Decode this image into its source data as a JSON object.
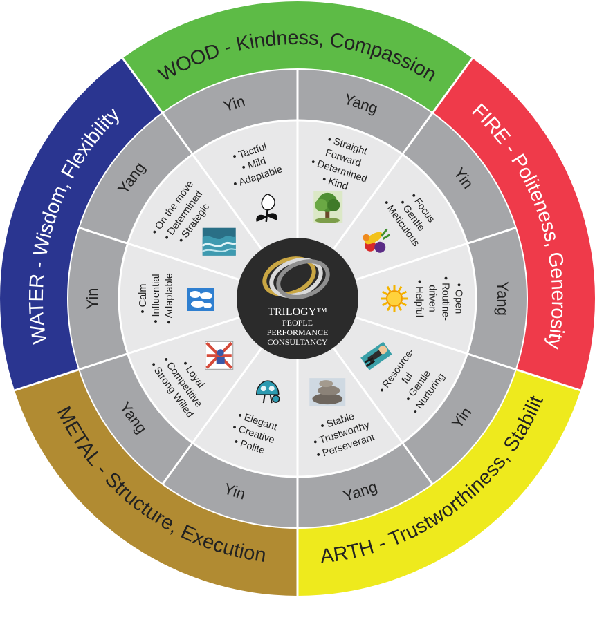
{
  "elements": [
    {
      "key": "wood",
      "label": "WOOD - Kindness, Compassion",
      "color": "#5dbb46",
      "text_color": "#222222",
      "icon": "",
      "sub": [
        {
          "label": "Yin",
          "traits": [
            "• Tactful",
            "• Mild",
            "• Adaptable"
          ],
          "icon": "calla-lily-icon"
        },
        {
          "label": "Yang",
          "traits": [
            "• Straight",
            "Forward",
            "• Determined",
            "• Kind"
          ],
          "icon": "tree-icon"
        }
      ]
    },
    {
      "key": "fire",
      "label": "FIRE - Politeness, Generosity",
      "color": "#ef3a4a",
      "text_color": "#ffffff",
      "sub": [
        {
          "label": "Yin",
          "traits": [
            "• Focus",
            "• Gentle",
            "• Meticulous"
          ],
          "icon": "fruit-icon"
        },
        {
          "label": "Yang",
          "traits": [
            "• Open",
            "• Routine-",
            "driven",
            "• Helpful"
          ],
          "icon": "sun-icon"
        }
      ]
    },
    {
      "key": "earth",
      "label": "EARTH - Trustworthiness, Stability",
      "color": "#eeea1d",
      "text_color": "#222222",
      "sub": [
        {
          "label": "Yin",
          "traits": [
            "• Resource-",
            "ful",
            "• Gentle",
            "• Nurturing"
          ],
          "icon": "relaxing-person-icon"
        },
        {
          "label": "Yang",
          "traits": [
            "• Stable",
            "• Trustworthy",
            "• Perseverant"
          ],
          "icon": "stacked-rocks-icon"
        }
      ]
    },
    {
      "key": "metal",
      "label": "METAL - Structure, Execution",
      "color": "#b18b32",
      "text_color": "#222222",
      "sub": [
        {
          "label": "Yin",
          "traits": [
            "• Elegant",
            "• Creative",
            "• Polite"
          ],
          "icon": "bells-icon"
        },
        {
          "label": "Yang",
          "traits": [
            "• Loyal",
            "• Competitive",
            "• Strong Willed"
          ],
          "icon": "steel-worker-icon"
        }
      ]
    },
    {
      "key": "water",
      "label": "WATER - Wisdom, Flexibility",
      "color": "#2a3590",
      "text_color": "#ffffff",
      "sub": [
        {
          "label": "Yin",
          "traits": [
            "• Calm",
            "• Influential",
            "• Adaptable"
          ],
          "icon": "ice-icon"
        },
        {
          "label": "Yang",
          "traits": [
            "• On the move",
            "• Determined",
            "• Strategic"
          ],
          "icon": "waves-icon"
        }
      ]
    }
  ],
  "center": {
    "line1": "TRILOGY™",
    "line2": "PEOPLE",
    "line3": "PERFORMANCE",
    "line4": "CONSULTANCY",
    "icon": "trilogy-rings-logo-icon"
  },
  "colors": {
    "ring_gray": "#a5a6a9",
    "inner_light": "#e8e8e9",
    "divider": "#ffffff",
    "center_dark": "#2b2b2b"
  }
}
